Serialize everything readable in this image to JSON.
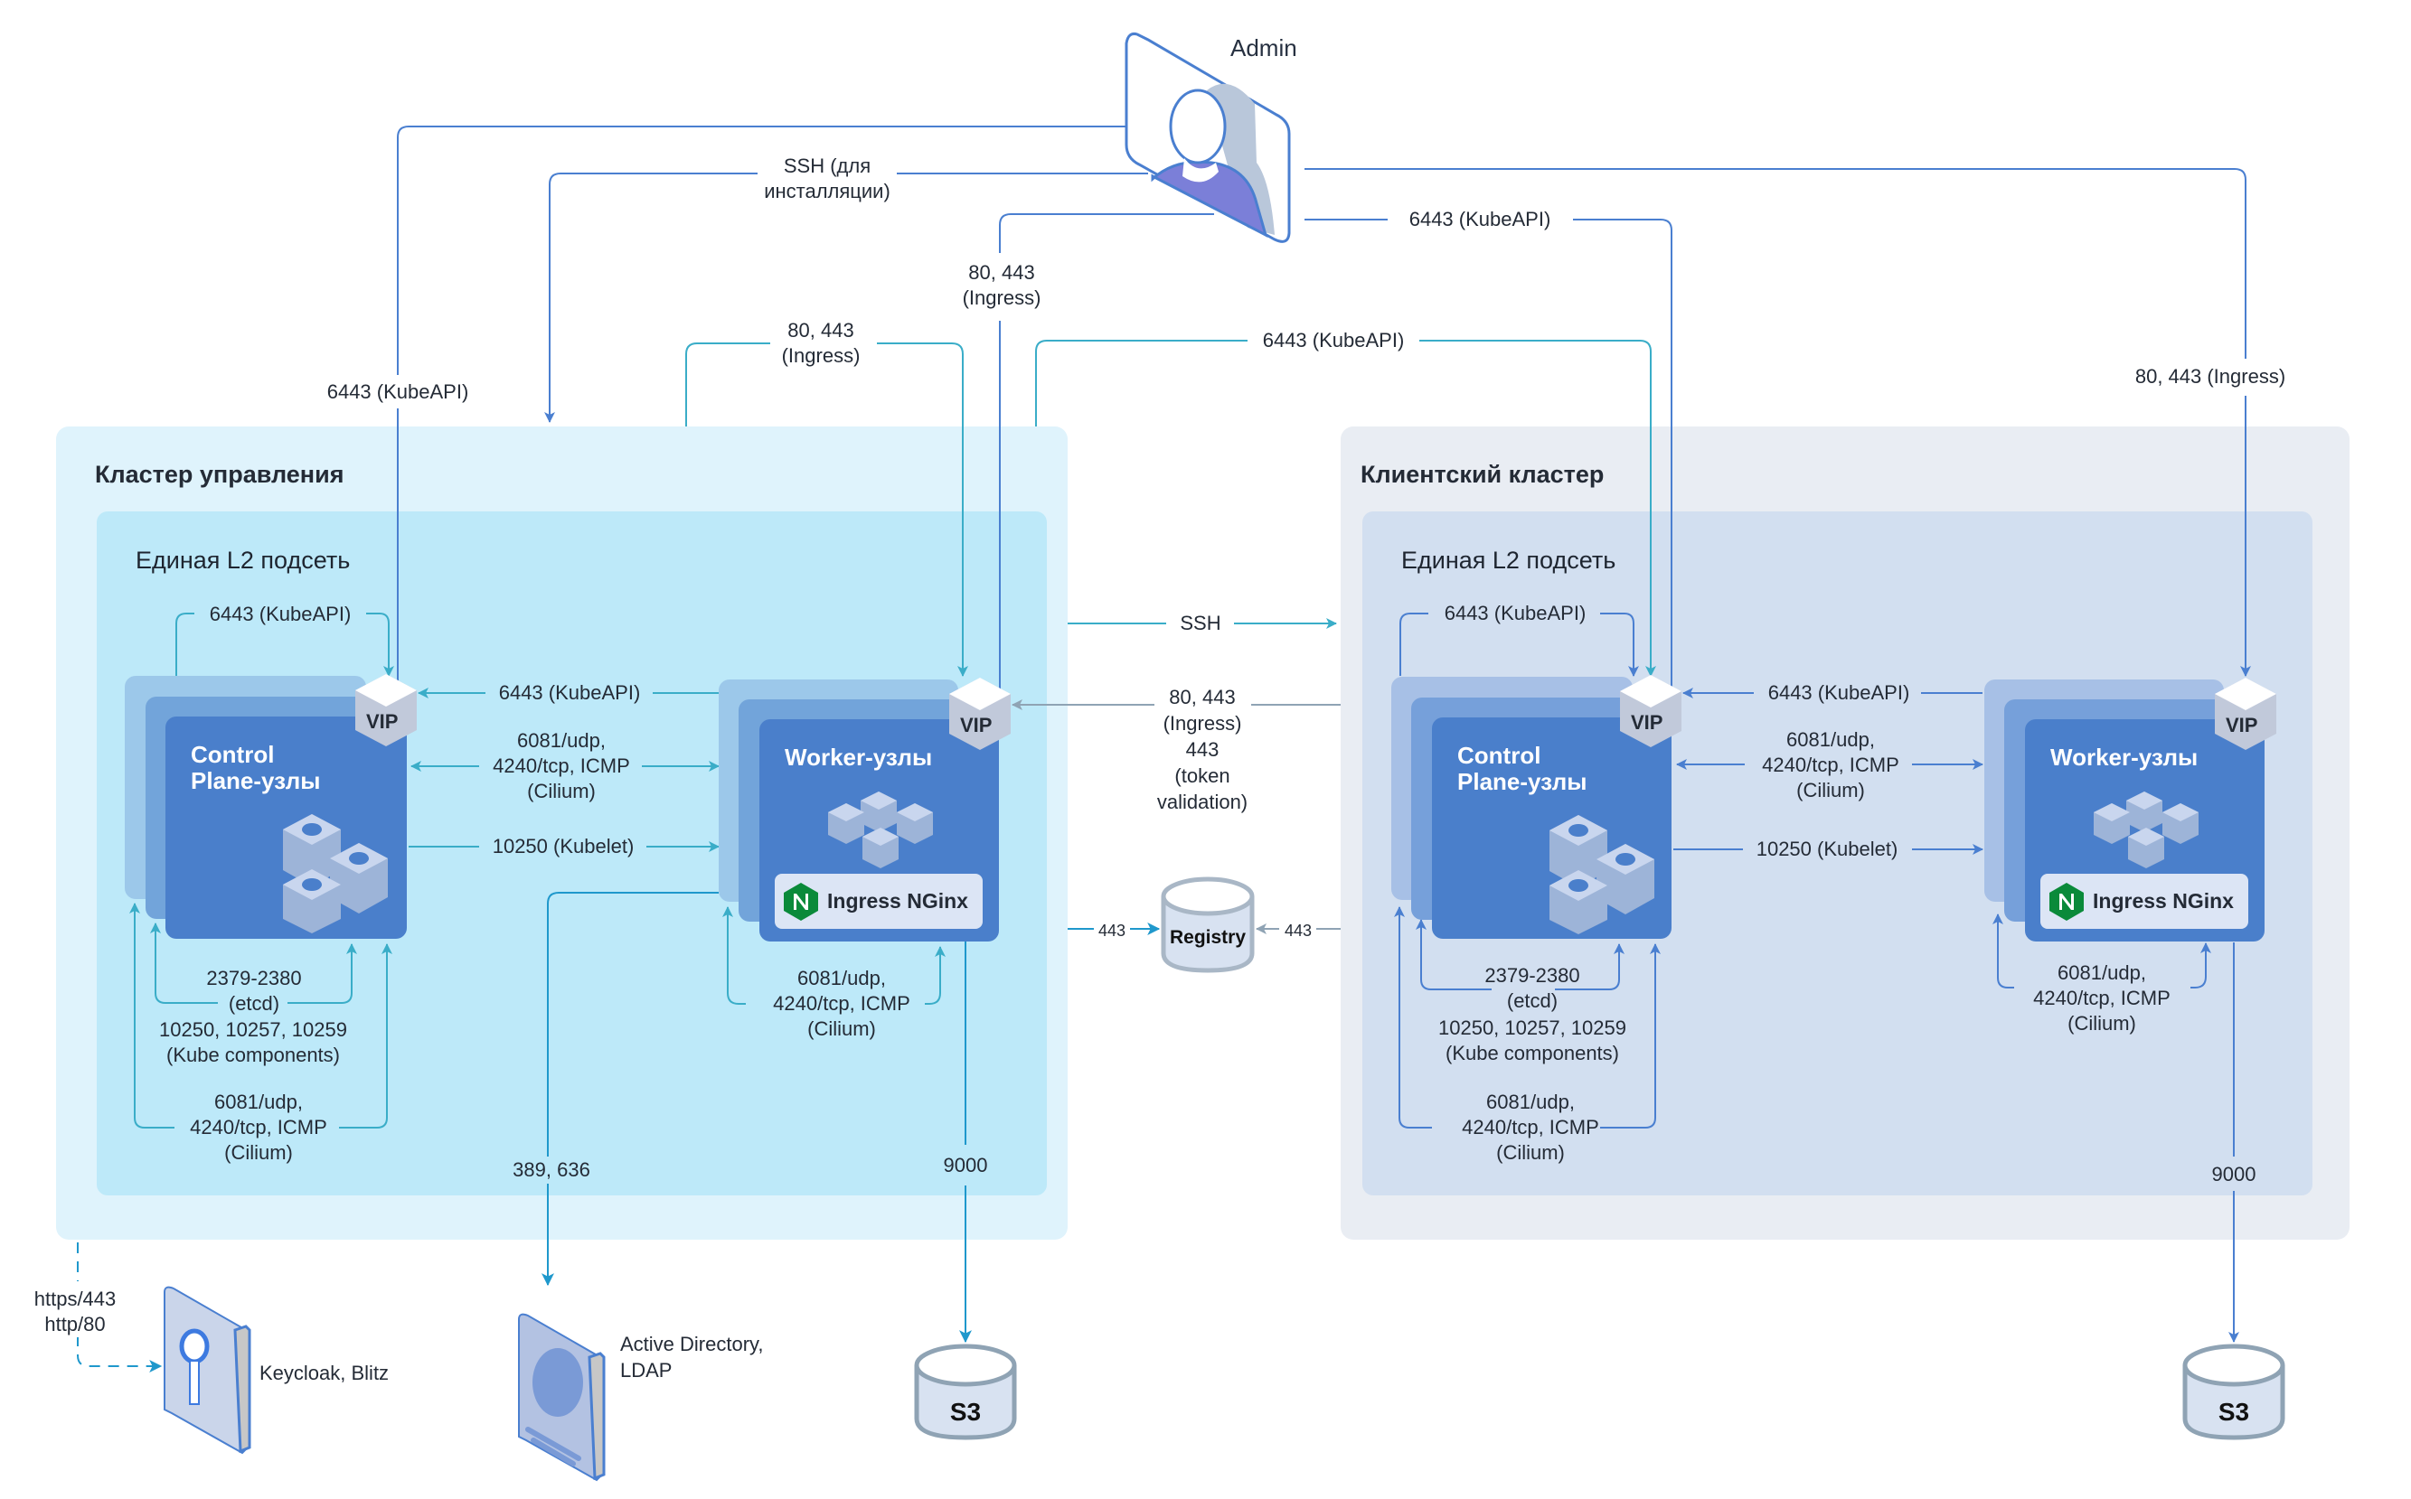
{
  "admin": {
    "label": "Admin"
  },
  "mgmt_cluster": {
    "title": "Кластер управления",
    "subnet": "Единая L2 подсеть",
    "control_plane": {
      "title_line1": "Control",
      "title_line2": "Plane-узлы",
      "vip": "VIP"
    },
    "workers": {
      "title": "Worker-узлы",
      "vip": "VIP",
      "ingress": "Ingress NGinx"
    },
    "labels": {
      "kubeapi_loop": "6443 (KubeAPI)",
      "kubeapi_worker": "6443 (KubeAPI)",
      "cilium_between": [
        "6081/udp,",
        "4240/tcp, ICMP",
        "(Cilium)"
      ],
      "kubelet": "10250 (Kubelet)",
      "etcd": [
        "2379-2380",
        "(etcd)"
      ],
      "kube_components": [
        "10250, 10257, 10259",
        "(Kube components)"
      ],
      "cilium_cp": [
        "6081/udp,",
        "4240/tcp, ICMP",
        "(Cilium)"
      ],
      "cilium_worker": [
        "6081/udp,",
        "4240/tcp, ICMP",
        "(Cilium)"
      ],
      "ldap_ports": "389, 636",
      "s3_port": "9000"
    }
  },
  "client_cluster": {
    "title": "Клиентский кластер",
    "subnet": "Единая L2 подсеть",
    "control_plane": {
      "title_line1": "Control",
      "title_line2": "Plane-узлы",
      "vip": "VIP"
    },
    "workers": {
      "title": "Worker-узлы",
      "vip": "VIP",
      "ingress": "Ingress NGinx"
    },
    "labels": {
      "kubeapi_loop": "6443 (KubeAPI)",
      "kubeapi_worker": "6443 (KubeAPI)",
      "cilium_between": [
        "6081/udp,",
        "4240/tcp, ICMP",
        "(Cilium)"
      ],
      "kubelet": "10250 (Kubelet)",
      "etcd": [
        "2379-2380",
        "(etcd)"
      ],
      "kube_components": [
        "10250, 10257, 10259",
        "(Kube components)"
      ],
      "cilium_cp": [
        "6081/udp,",
        "4240/tcp, ICMP",
        "(Cilium)"
      ],
      "cilium_worker": [
        "6081/udp,",
        "4240/tcp, ICMP",
        "(Cilium)"
      ],
      "s3_port": "9000"
    }
  },
  "top_labels": {
    "admin_kubeapi_mgmt": "6443 (KubeAPI)",
    "ssh_install": [
      "SSH (для",
      "инсталляции)"
    ],
    "admin_ingress_mgmt": [
      "80, 443",
      "(Ingress)"
    ],
    "mgmt_ingress_loop": [
      "80, 443",
      "(Ingress)"
    ],
    "admin_kubeapi_client": "6443 (KubeAPI)",
    "mgmt_kubeapi_client": "6443 (KubeAPI)",
    "admin_ingress_client": "80, 443 (Ingress)"
  },
  "between": {
    "ssh": "SSH",
    "ingress_token": [
      "80, 443",
      "(Ingress)",
      "443",
      "(token",
      "validation)"
    ],
    "registry_left": "443",
    "registry_right": "443"
  },
  "registry": {
    "label": "Registry"
  },
  "keycloak": {
    "label": "Keycloak, Blitz",
    "ports": [
      "https/443",
      "http/80"
    ]
  },
  "ldap": {
    "label": [
      "Active Directory,",
      "LDAP"
    ]
  },
  "s3_mgmt": {
    "label": "S3"
  },
  "s3_client": {
    "label": "S3"
  },
  "colors": {
    "mgmt_outer": "#dff3fc",
    "mgmt_inner": "#bde9f9",
    "client_outer": "#e9edf3",
    "client_inner": "#d2dff0",
    "node_front": "#4a7fcb",
    "node_mid": "#72a4da",
    "node_back": "#9cc8ea",
    "teal": "#3aadc8",
    "blue": "#4a7fd0",
    "grey_arrow": "#8fa3b4"
  }
}
